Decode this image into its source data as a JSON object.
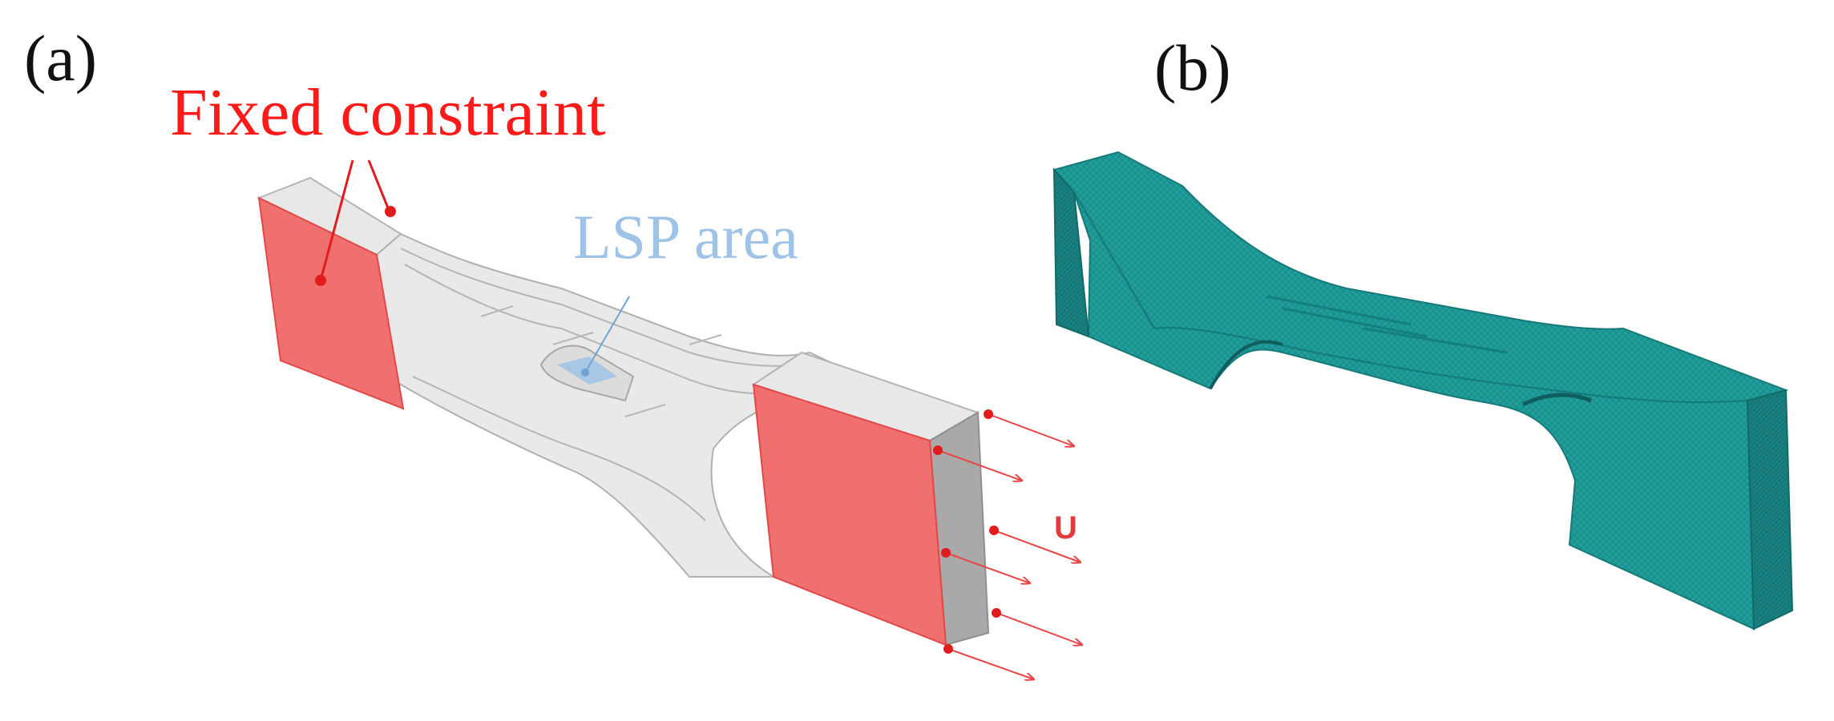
{
  "panels": {
    "a": {
      "label": "(a)"
    },
    "b": {
      "label": "(b)"
    }
  },
  "annotations": {
    "fixed_constraint": "Fixed constraint",
    "lsp_area": "LSP area",
    "displacement": "U"
  },
  "colors": {
    "constraint_face": "#f07070",
    "constraint_marker": "#e21c1c",
    "lsp_area": "#9fc3e6",
    "specimen_body": "#e9e9e9",
    "mesh_body": "#1f9e9c"
  }
}
